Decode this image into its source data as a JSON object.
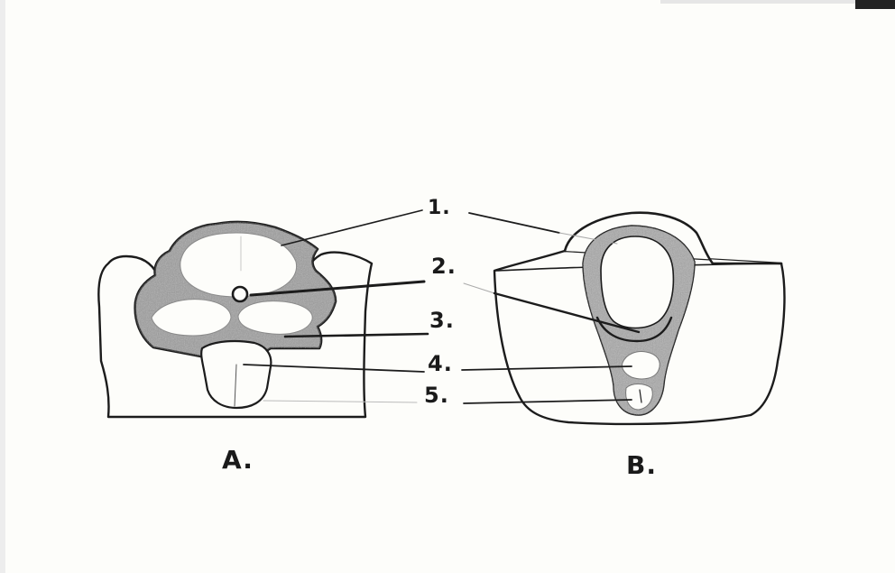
{
  "diagram": {
    "labels": {
      "n1": "1.",
      "n2": "2.",
      "n3": "3.",
      "n4": "4.",
      "n5": "5."
    },
    "figures": {
      "a": "A.",
      "b": "B."
    }
  }
}
